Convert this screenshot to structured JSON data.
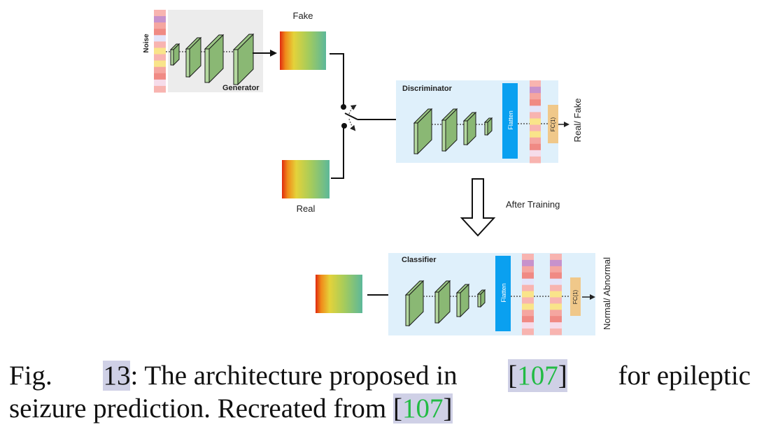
{
  "diagram": {
    "generator": {
      "noise_label": "Noise",
      "title": "Generator",
      "output_label": "Fake"
    },
    "real_label": "Real",
    "discriminator": {
      "title": "Discriminator",
      "flatten_label": "Flatten",
      "fc_label": "FC(1)",
      "output_label": "Real/ Fake"
    },
    "transition_label": "After Training",
    "classifier": {
      "title": "Classifier",
      "flatten_label": "Flatten",
      "fc_label": "FC(1)",
      "output_label": "Normal/ Abnormal"
    },
    "colors": {
      "panel_gray": "#ececec",
      "panel_blue": "#dff0fb",
      "conv_green": "#b5d9a0",
      "flatten_blue": "#0aa0f0",
      "fc_orange": "#f0c88a"
    },
    "noise_vector_colors": [
      "#f8b4b0",
      "#c792cc",
      "#f5a6a0",
      "#f08a84",
      "#e4e4fa",
      "#f8b4b0",
      "#f9e48a",
      "#f8b4b0",
      "#f9e48a",
      "#f5a6a0",
      "#f08a84",
      "#f6dcea",
      "#f8b4b0"
    ]
  },
  "caption": {
    "prefix": "Fig.",
    "fig_number": "13",
    "text1": ": The architecture proposed in",
    "ref1": "107",
    "text2": "for epileptic",
    "text3": "seizure prediction. Recreated from",
    "ref2": "107"
  }
}
